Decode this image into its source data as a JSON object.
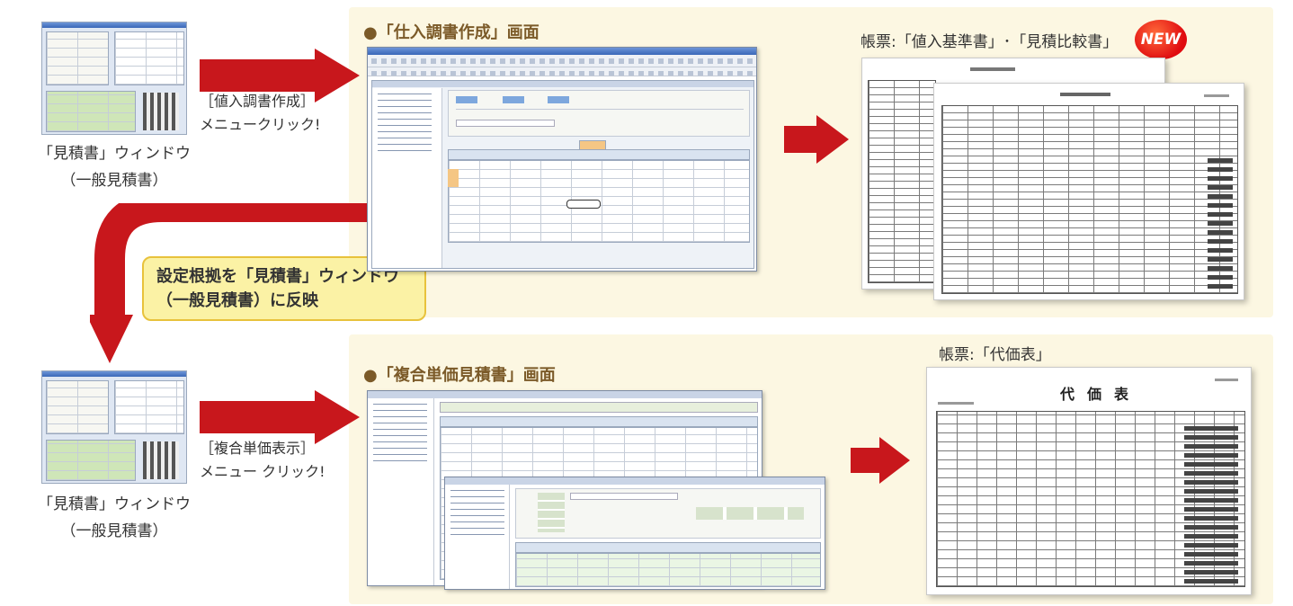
{
  "top": {
    "screen_title": "●「仕入調書作成」画面",
    "report_title": "帳票:「値入基準書」･「見積比較書」",
    "new_badge": "NEW",
    "menu_caption_line1": "［値入調書作成］",
    "menu_caption_line2": "メニュークリック!",
    "thumb_label_line1": "「見積書」ウィンドウ",
    "thumb_label_line2": "（一般見積書）"
  },
  "callout": {
    "line1": "設定根拠を「見積書」ウィンドウ",
    "line2": "（一般見積書）に反映"
  },
  "bottom": {
    "screen_title": "●「複合単価見積書」画面",
    "report_title": "帳票:「代価表」",
    "menu_caption_line1": "［複合単価表示］",
    "menu_caption_line2": "メニュー クリック!",
    "thumb_label_line1": "「見積書」ウィンドウ",
    "thumb_label_line2": "（一般見積書）",
    "paper_title": "代価表"
  },
  "colors": {
    "arrow": "#c8171c",
    "panel": "#fcf7e2",
    "title_brown": "#7b5a28",
    "callout_fill": "#fbf2a5",
    "callout_border": "#e8c23c",
    "badge_red": "#e00b10"
  }
}
